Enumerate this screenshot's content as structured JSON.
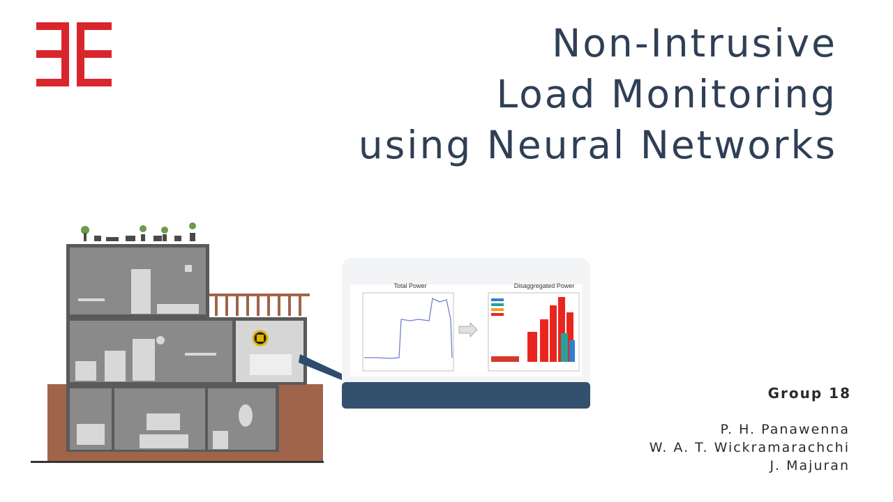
{
  "slide": {
    "title_lines": [
      "Non-Intrusive",
      "Load Monitoring",
      "using Neural Networks"
    ],
    "group_label": "Group 18",
    "authors": [
      "P. H. Panawenna",
      "W. A. T. Wickramarachchi",
      "J. Majuran"
    ],
    "logo_icon": "faculty-logo-icon",
    "accent_color": "#d8262c",
    "text_color": "#2f3f55"
  },
  "illustration": {
    "left_chart_title": "Total Power",
    "right_chart_title": "Disaggregated Power"
  }
}
